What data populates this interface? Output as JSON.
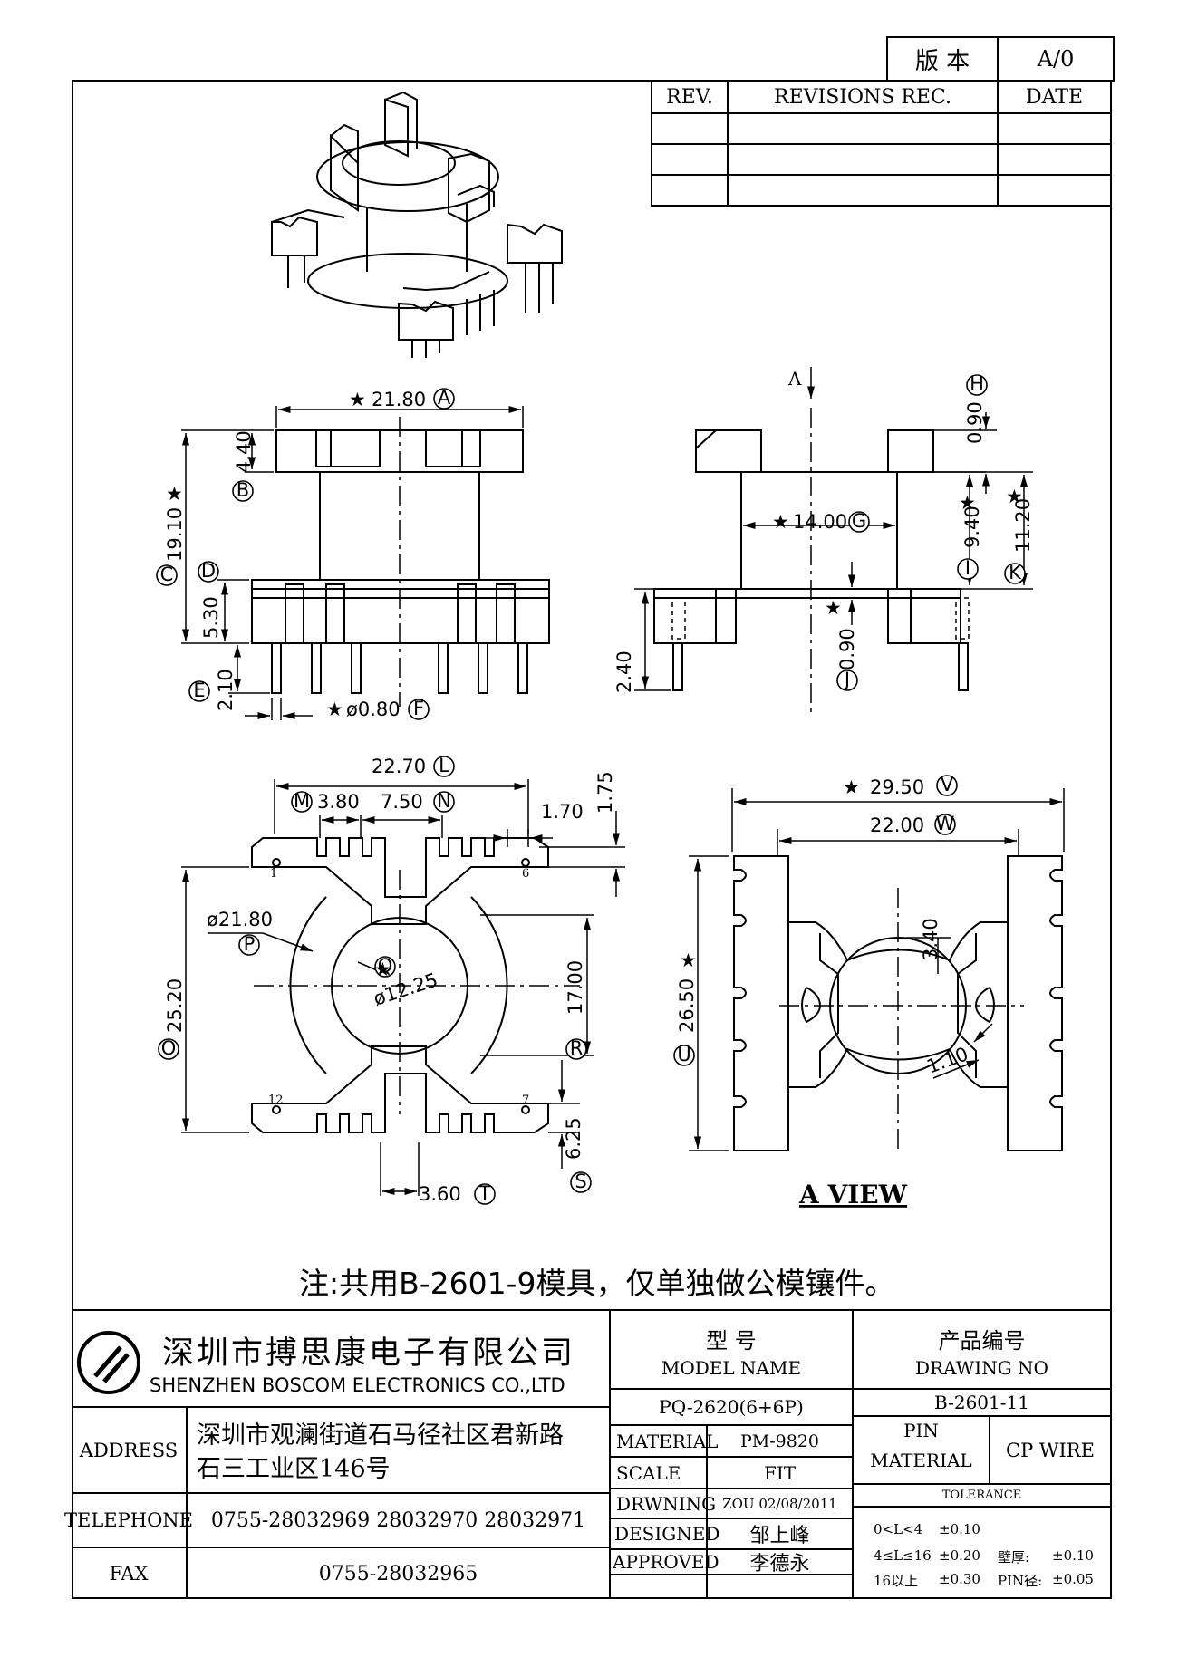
{
  "version": {
    "label": "版 本",
    "value": "A/0"
  },
  "revisions": {
    "headers": [
      "REV.",
      "REVISIONS REC.",
      "DATE"
    ]
  },
  "dims": {
    "d_a": "21.80",
    "d_b": "4.40",
    "d_c": "19.10",
    "d_d": "5.30",
    "d_e": "2.10",
    "d_f": "ø0.80",
    "d_g": "14.00",
    "d_h": "0.90",
    "d_i": "9.40",
    "d_k": "11.20",
    "d_j": "0.90",
    "d_24": "2.40",
    "d_l": "22.70",
    "d_m": "3.80",
    "d_n": "7.50",
    "d_175": "1.75",
    "d_170": "1.70",
    "d_p": "ø21.80",
    "d_q": "ø12.25",
    "d_o": "25.20",
    "d_r": "17.00",
    "d_s": "6.25",
    "d_t": "3.60",
    "d_v": "29.50",
    "d_w": "22.00",
    "d_u": "26.50",
    "d_340": "3.40",
    "d_110": "1.10"
  },
  "letters": {
    "a": "A",
    "b": "B",
    "c": "C",
    "d": "D",
    "e": "E",
    "f": "F",
    "g": "G",
    "h": "H",
    "i": "I",
    "j": "J",
    "k": "K",
    "l": "L",
    "m": "M",
    "n": "N",
    "o": "O",
    "p": "P",
    "q": "Q",
    "r": "R",
    "s": "S",
    "t": "T",
    "u": "U",
    "v": "V",
    "w": "W"
  },
  "pins": {
    "p1": "1",
    "p6": "6",
    "p12": "12",
    "p7": "7"
  },
  "view_arrow": "A",
  "view_label": "A  VIEW",
  "note": "注:共用B-2601-9模具，仅单独做公模镶件。",
  "company": {
    "cn": "深圳市搏思康电子有限公司",
    "en": "SHENZHEN BOSCOM ELECTRONICS CO.,LTD"
  },
  "address": {
    "label": "ADDRESS",
    "line1": "深圳市观澜街道石马径社区君新路",
    "line2": "石三工业区146号"
  },
  "telephone": {
    "label": "TELEPHONE",
    "value": "0755-28032969 28032970 28032971"
  },
  "fax": {
    "label": "FAX",
    "value": "0755-28032965"
  },
  "model": {
    "cn": "型    号",
    "en": "MODEL NAME",
    "value": "PQ-2620(6+6P)"
  },
  "drawing_no": {
    "cn": "产品编号",
    "en": "DRAWING NO",
    "value": "B-2601-11"
  },
  "material": {
    "label": "MATERIAL",
    "value": "PM-9820"
  },
  "scale": {
    "label": "SCALE",
    "value": "FIT"
  },
  "drwning": {
    "label": "DRWNING",
    "value": "ZOU 02/08/2011"
  },
  "designed": {
    "label": "DESIGNED",
    "value": "邹上峰"
  },
  "approved": {
    "label": "APPROVED",
    "value": "李德永"
  },
  "pin_material": {
    "label1": "PIN",
    "label2": "MATERIAL",
    "value": "CP WIRE"
  },
  "tolerance": {
    "title": "TOLERANCE",
    "r1a": "0<L<4",
    "r1b": "±0.10",
    "r2a": "4≤L≤16",
    "r2b": "±0.20",
    "r2c": "壁厚:",
    "r2d": "±0.10",
    "r3a": "16以上",
    "r3b": "±0.30",
    "r3c": "PIN径:",
    "r3d": "±0.05"
  }
}
